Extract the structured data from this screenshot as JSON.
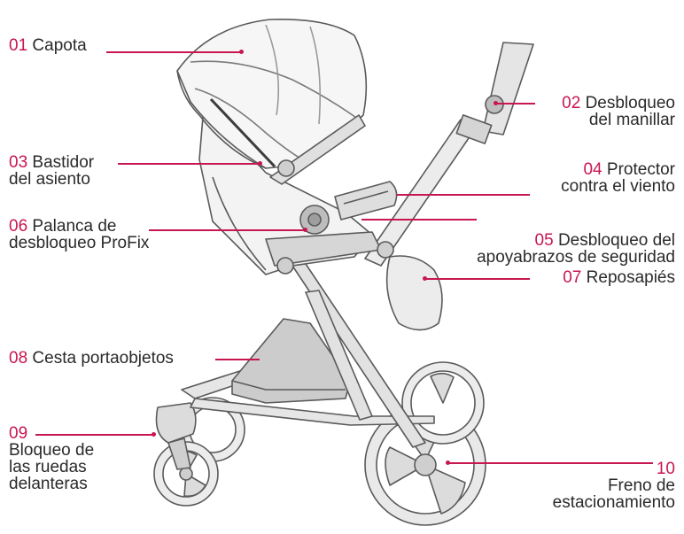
{
  "colors": {
    "accent": "#c8174f",
    "line": "#5a5a5a",
    "fill": "#f1f1f1",
    "shade": "#d9d9d9",
    "dark": "#b5b5b5"
  },
  "labels": [
    {
      "id": "01",
      "num": "01",
      "text": [
        "Capota"
      ]
    },
    {
      "id": "02",
      "num": "02",
      "text": [
        "Desbloqueo",
        "del manillar"
      ]
    },
    {
      "id": "03",
      "num": "03",
      "text": [
        "Bastidor",
        "del asiento"
      ]
    },
    {
      "id": "04",
      "num": "04",
      "text": [
        "Protector",
        "contra el viento"
      ]
    },
    {
      "id": "05",
      "num": "05",
      "text": [
        "Desbloqueo del",
        "apoyabrazos de seguridad"
      ]
    },
    {
      "id": "06",
      "num": "06",
      "text": [
        "Palanca de",
        "desbloqueo ProFix"
      ]
    },
    {
      "id": "07",
      "num": "07",
      "text": [
        "Reposapiés"
      ]
    },
    {
      "id": "08",
      "num": "08",
      "text": [
        "Cesta portaobjetos"
      ]
    },
    {
      "id": "09",
      "num": "09",
      "text": [
        "Bloqueo de",
        "las ruedas",
        "delanteras"
      ]
    },
    {
      "id": "10",
      "num": "10",
      "text": [
        "Freno de",
        "estacionamiento"
      ]
    }
  ]
}
